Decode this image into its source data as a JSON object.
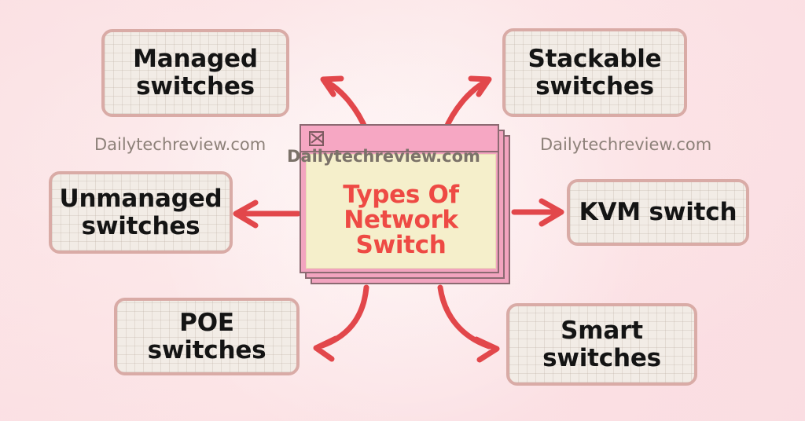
{
  "diagram": {
    "title": "Types Of Network Switch mind map",
    "background_color": "#fce7e8",
    "accent_color": "#ee4a44",
    "center": {
      "close_icon": "close-window-icon",
      "title": "Types Of\nNetwork\nSwitch",
      "title_color": "#ee4a44",
      "card_color": "#f2a4bf",
      "body_color": "#f5efcb",
      "layers": 3
    },
    "nodes": [
      {
        "id": "managed",
        "label": "Managed\nswitches",
        "position": "top-left"
      },
      {
        "id": "stackable",
        "label": "Stackable\nswitches",
        "position": "top-right"
      },
      {
        "id": "unmanaged",
        "label": "Unmanaged\nswitches",
        "position": "middle-left"
      },
      {
        "id": "kvm",
        "label": "KVM switch",
        "position": "middle-right"
      },
      {
        "id": "poe",
        "label": "POE switches",
        "position": "bottom-left"
      },
      {
        "id": "smart",
        "label": "Smart switches",
        "position": "bottom-right"
      }
    ],
    "arrows": [
      {
        "id": "arrow-to-managed",
        "direction": "up-left",
        "style": "curved"
      },
      {
        "id": "arrow-to-stackable",
        "direction": "up-right",
        "style": "curved"
      },
      {
        "id": "arrow-to-unmanaged",
        "direction": "left",
        "style": "straight"
      },
      {
        "id": "arrow-to-kvm",
        "direction": "right",
        "style": "straight"
      },
      {
        "id": "arrow-to-poe",
        "direction": "down-left",
        "style": "curved"
      },
      {
        "id": "arrow-to-smart",
        "direction": "down-right",
        "style": "curved"
      }
    ],
    "watermarks": {
      "left": "Dailytechreview.com",
      "center": "Dailytechreview.com",
      "right": "Dailytechreview.com"
    }
  }
}
